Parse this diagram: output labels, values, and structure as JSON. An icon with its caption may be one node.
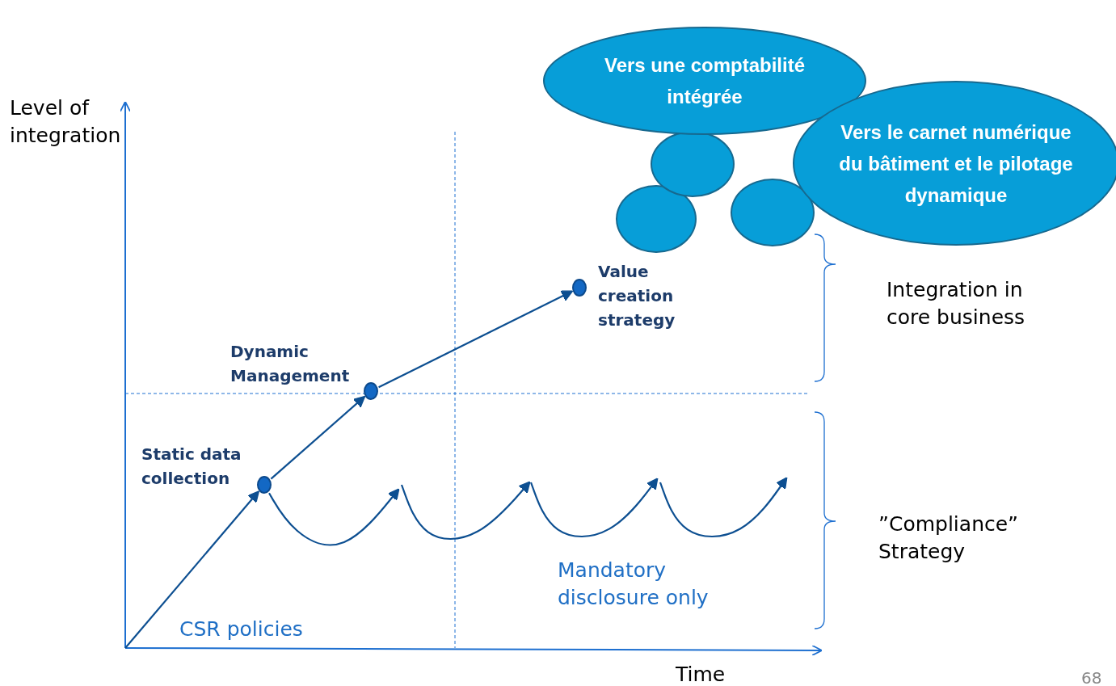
{
  "diagram": {
    "nodes": [
      {
        "text": [
          "Vers une comptabilité intégrée"
        ]
      },
      {
        "text": [
          "Vers le carnet numérique du bâtiment et le pilotage dynamique"
        ]
      },
      {
        "text": [],
        "shape": "circle"
      },
      {
        "text": [],
        "shape": "circle"
      },
      {
        "text": [],
        "shape": "circle"
      },
      {
        "text": [],
        "shape": "circle",
        "beside": [
          "Static data collection"
        ]
      },
      {
        "text": [],
        "shape": "circle",
        "beside": [
          "Dynamic Management"
        ]
      },
      {
        "text": [],
        "shape": "circle",
        "beside": [
          "Value creation strategy"
        ]
      }
    ],
    "edges": [
      {
        "from": null,
        "to": 5,
        "arrow": "to"
      },
      {
        "from": 5,
        "to": 6,
        "arrow": "to"
      },
      {
        "from": 6,
        "to": 7,
        "arrow": "to"
      },
      {
        "from": 5,
        "to": null,
        "arrow": "to"
      }
    ],
    "labels": [
      "Level of integration",
      "Integration in core business",
      "CSR policies",
      "Mandatory disclosure only",
      "”Compliance” Strategy",
      "Time",
      "68"
    ]
  }
}
